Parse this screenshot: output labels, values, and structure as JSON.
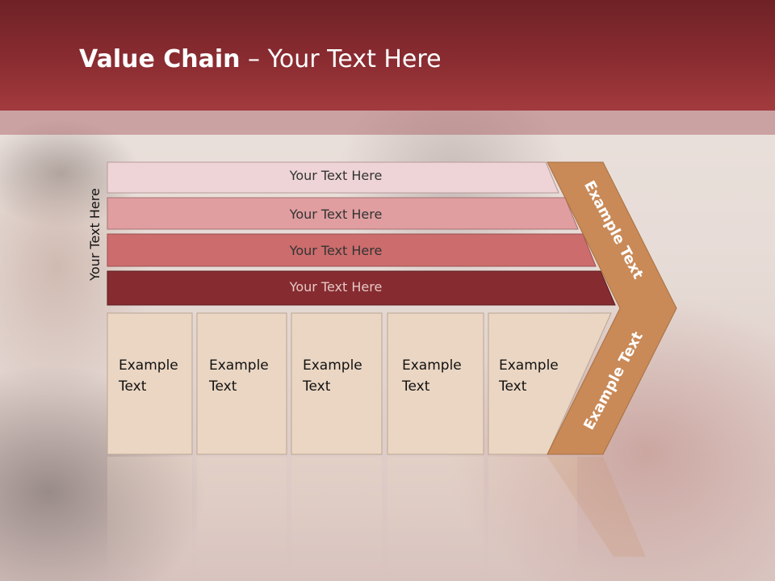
{
  "title": {
    "bold": "Value Chain",
    "rest": " – Your Text Here"
  },
  "vertical_label": "Your Text Here",
  "rows": [
    {
      "label": "Your Text Here",
      "fill": "#eed4d6",
      "text_color": "#333333"
    },
    {
      "label": "Your Text Here",
      "fill": "#e09ea0",
      "text_color": "#333333"
    },
    {
      "label": "Your Text Here",
      "fill": "#cc6c6c",
      "text_color": "#333333"
    },
    {
      "label": "Your Text Here",
      "fill": "#862c30",
      "text_color": "#e7c7c7"
    }
  ],
  "boxes": [
    {
      "line1": "Example",
      "line2": "Text"
    },
    {
      "line1": "Example",
      "line2": "Text"
    },
    {
      "line1": "Example",
      "line2": "Text"
    },
    {
      "line1": "Example",
      "line2": "Text"
    },
    {
      "line1": "Example",
      "line2": "Text"
    }
  ],
  "chevron": {
    "top_label": "Example Text",
    "bottom_label": "Example Text",
    "fill": "#c98a58"
  },
  "colors": {
    "header": "#8a2c31",
    "box_fill": "#ead6c3"
  }
}
